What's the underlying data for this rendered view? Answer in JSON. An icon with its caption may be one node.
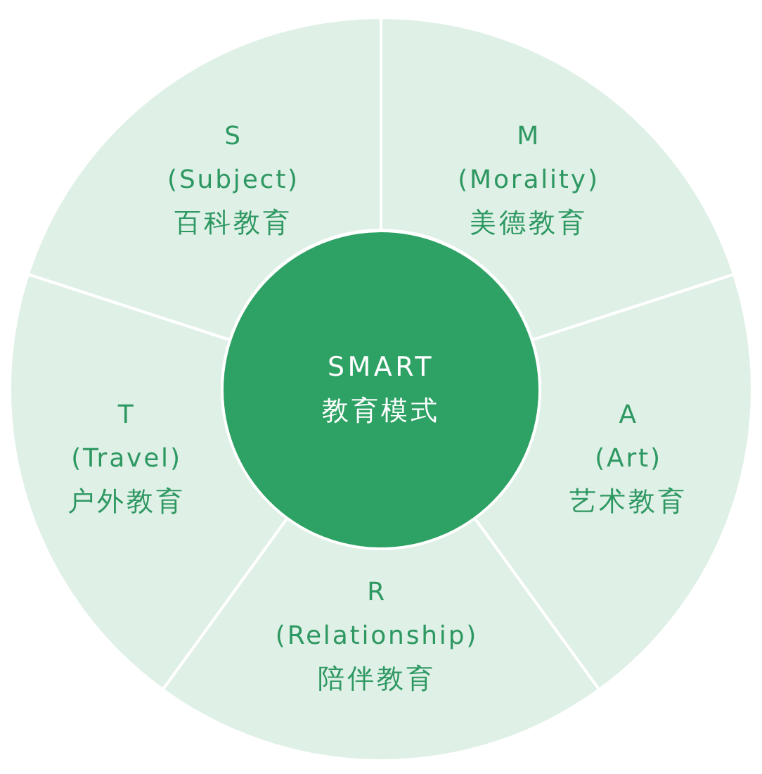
{
  "diagram": {
    "nodes": [
      {
        "text": [
          "S",
          "(Subject)",
          "百科教育"
        ]
      },
      {
        "text": [
          "M",
          "(Morality)",
          "美德教育"
        ]
      },
      {
        "text": [
          "SMART",
          "教育模式"
        ]
      },
      {
        "text": [
          "T",
          "(Travel)",
          "户外教育"
        ]
      },
      {
        "text": [
          "A",
          "(Art)",
          "艺术教育"
        ]
      },
      {
        "text": [
          "R",
          "(Relationship)",
          "陪伴教育"
        ]
      }
    ]
  }
}
